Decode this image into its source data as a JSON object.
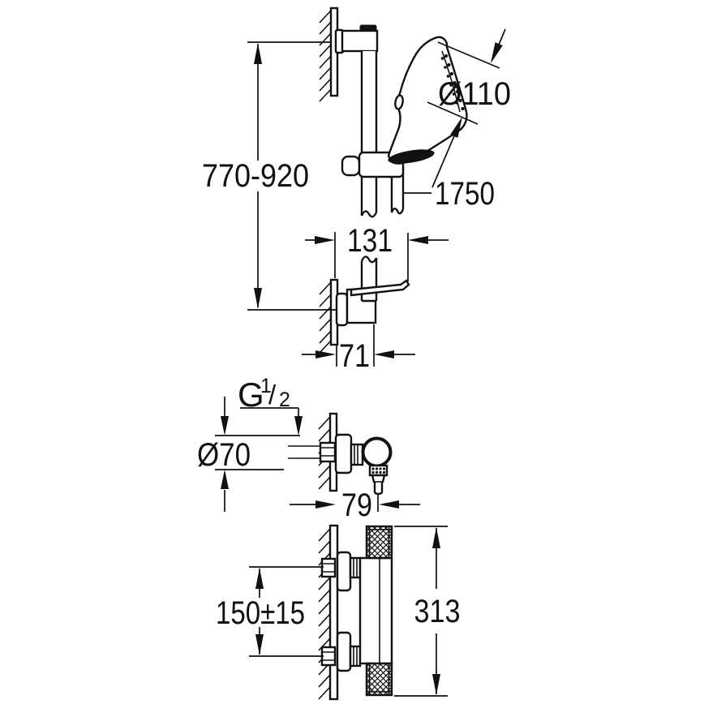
{
  "colors": {
    "background": "#ffffff",
    "line": "#111111"
  },
  "views": {
    "rail_set": {
      "dims": {
        "height_range": "770-920",
        "head_diameter": "Ø110",
        "hose_length": "1750",
        "shelf_depth": "131",
        "bracket_depth": "71"
      }
    },
    "valve": {
      "dims": {
        "thread_prefix": "G",
        "thread_numerator": "1",
        "thread_slash": "/",
        "thread_denominator": "2",
        "escutcheon_diameter": "Ø70",
        "depth": "79"
      }
    },
    "thermostat": {
      "dims": {
        "inlet_spacing": "150±15",
        "body_height": "313"
      }
    }
  }
}
